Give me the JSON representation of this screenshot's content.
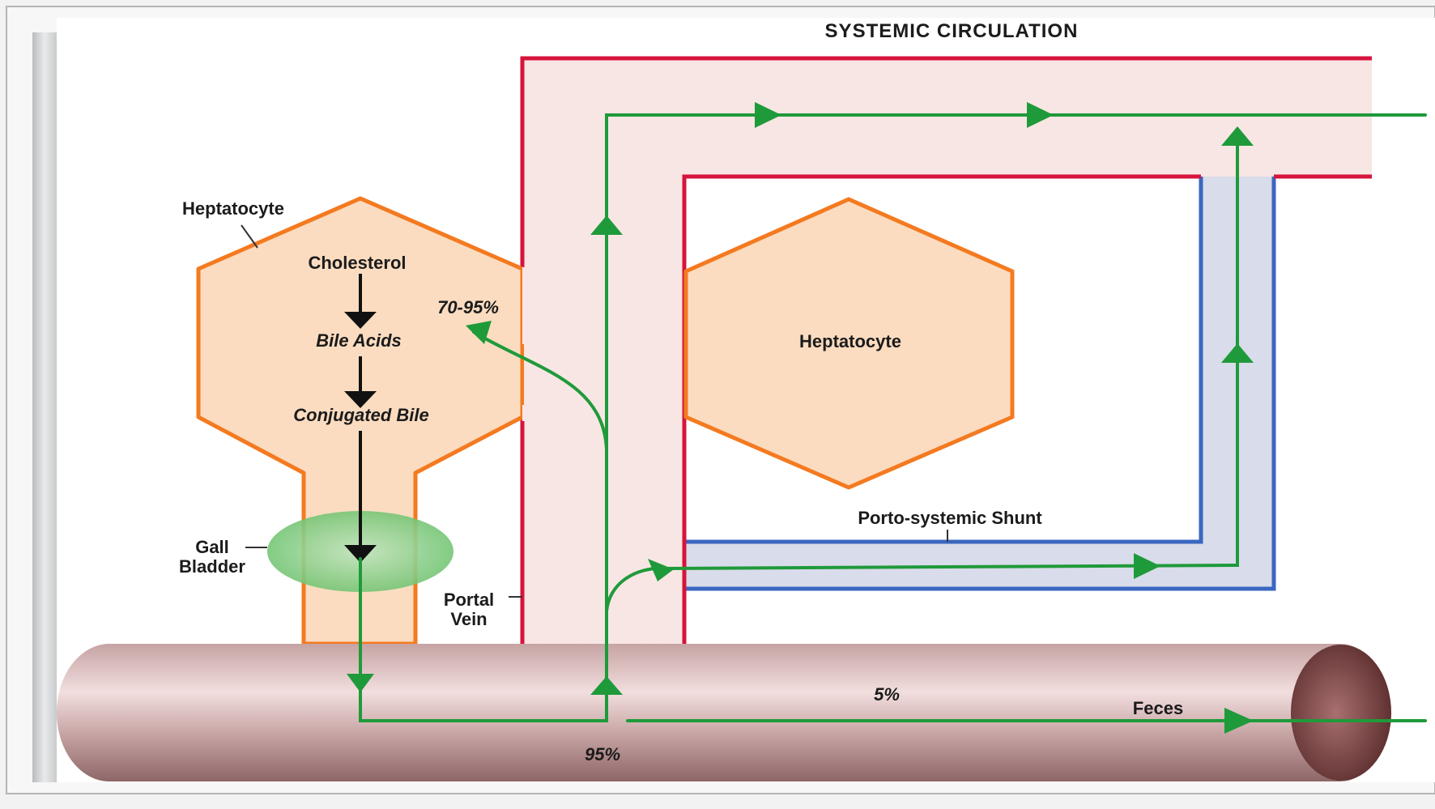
{
  "title": "SYSTEMIC CIRCULATION",
  "labels": {
    "hepatocyte_left": "Heptatocyte",
    "cholesterol": "Cholesterol",
    "bile_acids": "Bile Acids",
    "conjugated_bile": "Conjugated Bile",
    "percent_reabsorbed": "70-95%",
    "hepatocyte_right": "Heptatocyte",
    "shunt": "Porto-systemic Shunt",
    "gall_bladder_1": "Gall",
    "gall_bladder_2": "Bladder",
    "portal_vein_1": "Portal",
    "portal_vein_2": "Vein",
    "percent_feces": "5%",
    "feces": "Feces",
    "percent_intestine": "95%"
  },
  "colors": {
    "circulation_border": "#d7143c",
    "circulation_fill": "#f8e6e4",
    "shunt_border": "#3a67c0",
    "shunt_fill": "#d9dcea",
    "hepatocyte_border": "#f47a20",
    "hepatocyte_fill": "#fbdcc0",
    "flow_arrow": "#1f9a3a",
    "intestine": "#b08c8c"
  }
}
